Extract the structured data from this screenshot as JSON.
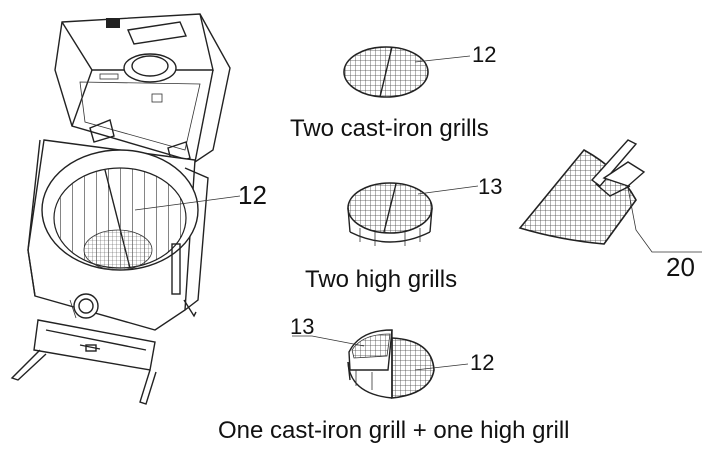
{
  "captions": {
    "cast_iron": "Two cast-iron grills",
    "high": "Two high grills",
    "combo": "One cast-iron grill + one high grill"
  },
  "callouts": {
    "grill_part": "12",
    "cast_iron_part": "12",
    "high_part": "13",
    "combo_high_part": "13",
    "combo_cast_part": "12",
    "tool_part": "20"
  }
}
